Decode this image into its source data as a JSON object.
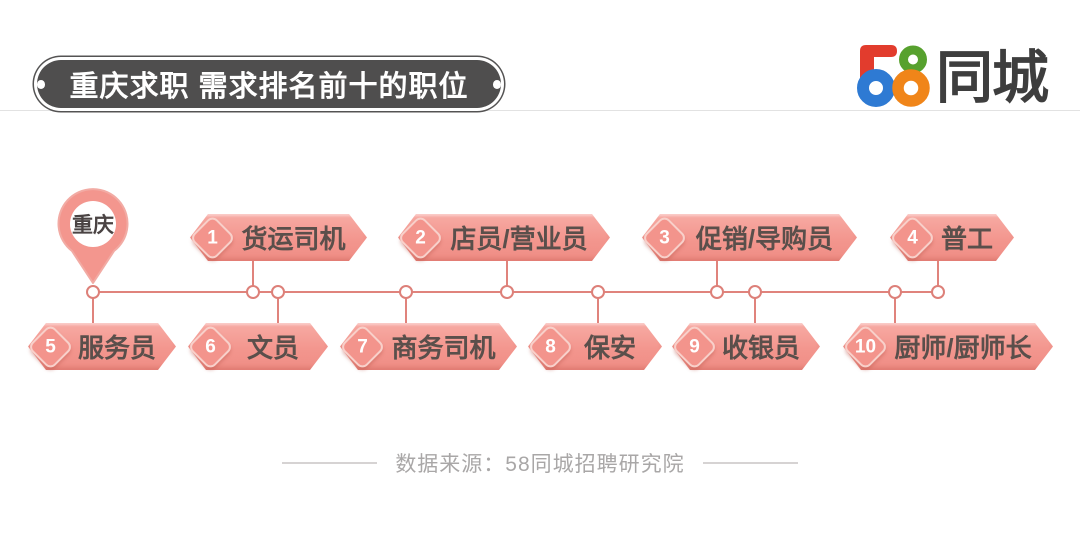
{
  "header": {
    "title": "重庆求职 需求排名前十的职位",
    "logo_text": "同城",
    "logo_number": "58"
  },
  "timeline": {
    "origin_label": "重庆",
    "items": [
      {
        "rank": "1",
        "label": "货运司机",
        "row": "top"
      },
      {
        "rank": "2",
        "label": "店员/营业员",
        "row": "top"
      },
      {
        "rank": "3",
        "label": "促销/导购员",
        "row": "top"
      },
      {
        "rank": "4",
        "label": "普工",
        "row": "top"
      },
      {
        "rank": "5",
        "label": "服务员",
        "row": "bottom"
      },
      {
        "rank": "6",
        "label": "文员",
        "row": "bottom"
      },
      {
        "rank": "7",
        "label": "商务司机",
        "row": "bottom"
      },
      {
        "rank": "8",
        "label": "保安",
        "row": "bottom"
      },
      {
        "rank": "9",
        "label": "收银员",
        "row": "bottom"
      },
      {
        "rank": "10",
        "label": "厨师/厨师长",
        "row": "bottom"
      }
    ]
  },
  "footer": {
    "source": "数据来源：58同城招聘研究院"
  },
  "colors": {
    "salmon_fill": "#f3968e",
    "salmon_line": "#e0837c",
    "badge_border": "#f8d0ca",
    "label_text": "#5a4f4b",
    "title_pill_bg": "#4f4e4e",
    "footer_text": "#a9a7a7",
    "logo_red": "#e23c2d",
    "logo_blue": "#2e7ad3",
    "logo_green": "#57a12e",
    "logo_orange": "#f08519",
    "logo_dark": "#3e3e3e"
  }
}
